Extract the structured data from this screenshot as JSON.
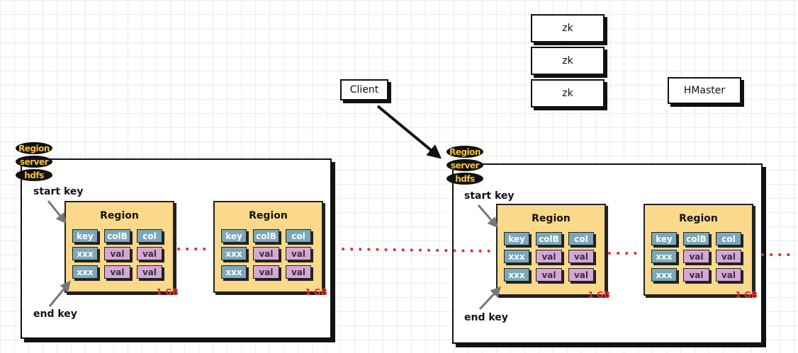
{
  "zk": [
    "zk",
    "zk",
    "zk"
  ],
  "hmaster": "HMaster",
  "client": "Client",
  "db_labels": [
    "Region",
    "server",
    "hdfs"
  ],
  "region_title": "Region",
  "region_size": "1 GB",
  "header_cells": [
    "key",
    "colB",
    "col"
  ],
  "row_cells": [
    "xxx",
    "val",
    "val"
  ],
  "start_key": "start key",
  "end_key": "end key",
  "colors": {
    "region_fill": "#fbd98b",
    "key_cell": "#7ba8b8",
    "val_cell": "#d6a6d8",
    "size_text": "#e0302f",
    "disk_text": "#f5c23a",
    "dotted_line": "#e0302f"
  }
}
